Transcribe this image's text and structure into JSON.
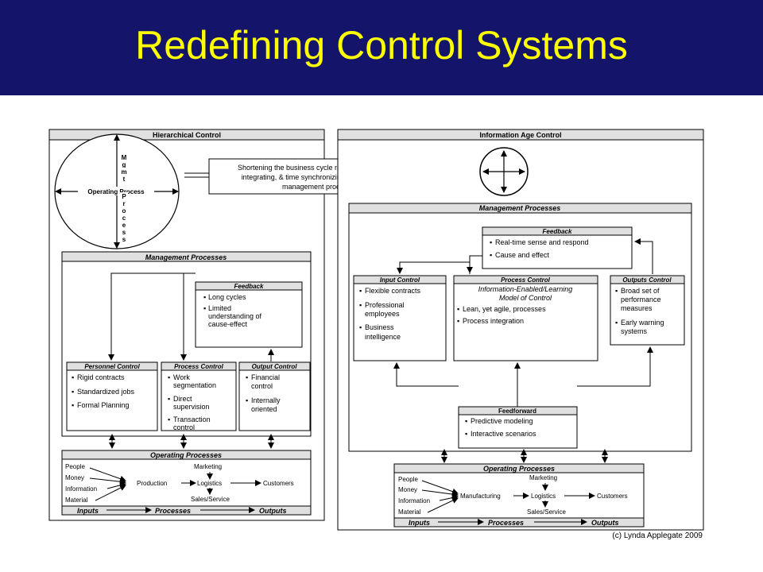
{
  "slide": {
    "title": "Redefining Control Systems",
    "copyright": "(c) Lynda Applegate 2009",
    "colors": {
      "title_bg": "#14146b",
      "title_text": "#ffff00",
      "panel_header": "#e0e0e0"
    }
  },
  "left": {
    "header": "Hierarchical Control",
    "circle": {
      "vertical_letters": [
        "M",
        "g",
        "m",
        "t",
        "P",
        "r",
        "o",
        "c",
        "e",
        "s",
        "s"
      ],
      "horizontal_label": "Operating Process"
    },
    "mgmt_header": "Management Processes",
    "feedback": {
      "header": "Feedback",
      "items": [
        "Long cycles",
        "Limited",
        "understanding of",
        "cause-effect"
      ]
    },
    "personnel": {
      "header": "Personnel Control",
      "items": [
        "Rigid contracts",
        "Standardized jobs",
        "Formal Planning"
      ]
    },
    "process": {
      "header": "Process Control",
      "items": [
        "Work",
        "segmentation",
        "Direct",
        "supervision",
        "Transaction",
        "control"
      ]
    },
    "output": {
      "header": "Output Control",
      "items": [
        "Financial",
        "control",
        "Internally",
        "oriented"
      ]
    },
    "operating": {
      "header": "Operating Processes",
      "inputs": [
        "People",
        "Money",
        "Information",
        "Material"
      ],
      "center": "Production",
      "marketing": "Marketing",
      "logistics": "Logistics",
      "sales": "Sales/Service",
      "customers": "Customers",
      "footer": [
        "Inputs",
        "Processes",
        "Outputs"
      ]
    }
  },
  "center_callout": [
    "Shortening the business cycle requires streamlining,",
    "integrating, & time synchronizing  both operating &",
    "management processes"
  ],
  "right": {
    "header": "Information Age Control",
    "mgmt_header": "Management Processes",
    "feedback": {
      "header": "Feedback",
      "items": [
        "Real-time sense and respond",
        "Cause and effect"
      ]
    },
    "input": {
      "header": "Input Control",
      "items": [
        "Flexible contracts",
        "Professional",
        "employees",
        "Business",
        "intelligence"
      ]
    },
    "process": {
      "header": "Process Control",
      "subtitle": [
        "Information-Enabled/Learning",
        "Model of Control"
      ],
      "items": [
        "Lean, yet agile, processes",
        "Process integration"
      ]
    },
    "outputs": {
      "header": "Outputs Control",
      "items": [
        "Broad set of",
        "performance",
        "measures",
        "Early warning",
        "systems"
      ]
    },
    "feedforward": {
      "header": "Feedforward",
      "items": [
        "Predictive modeling",
        "Interactive scenarios"
      ]
    },
    "operating": {
      "header": "Operating Processes",
      "inputs": [
        "People",
        "Money",
        "Information",
        "Material"
      ],
      "center": "Manufacturing",
      "marketing": "Marketing",
      "logistics": "Logistics",
      "sales": "Sales/Service",
      "customers": "Customers",
      "footer": [
        "Inputs",
        "Processes",
        "Outputs"
      ]
    }
  }
}
